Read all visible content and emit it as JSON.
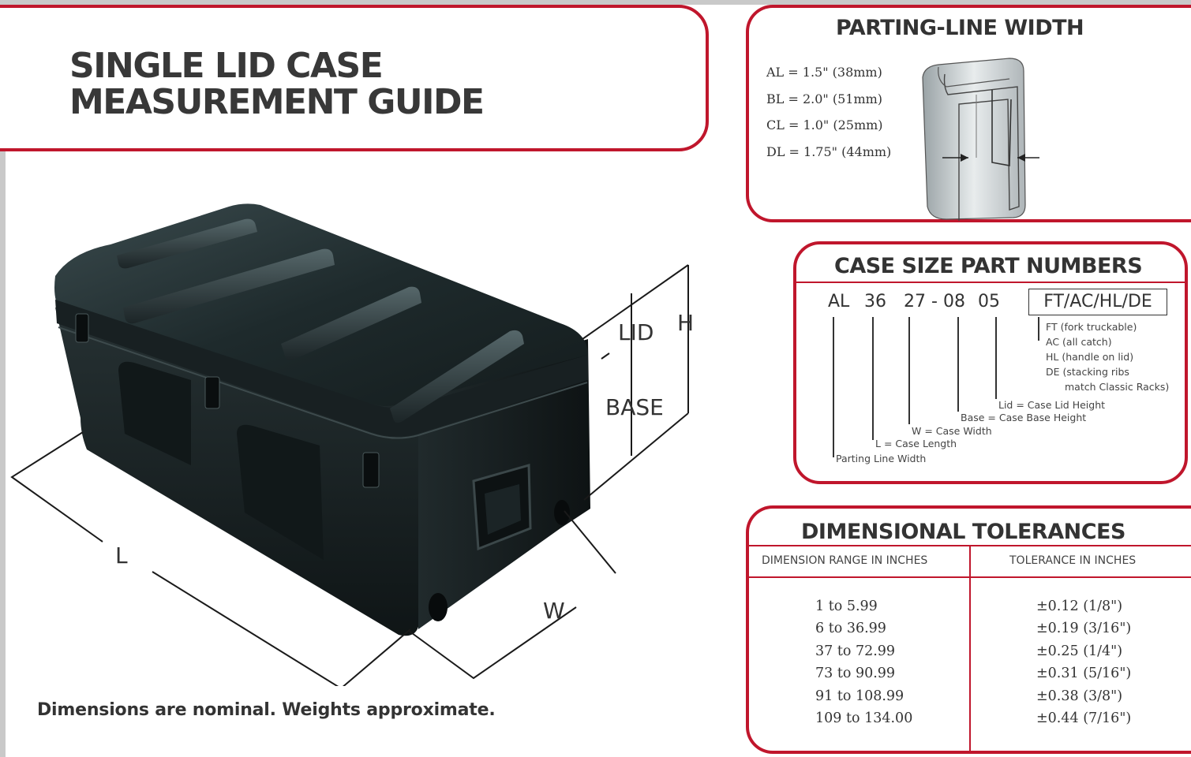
{
  "title": {
    "line1": "SINGLE  LID CASE",
    "line2": "MEASUREMENT GUIDE"
  },
  "parting_line": {
    "heading": "PARTING-LINE WIDTH",
    "rows": [
      "AL =  1.5\" (38mm)",
      "BL =  2.0\" (51mm)",
      "CL =  1.0\" (25mm)",
      "DL =  1.75\" (44mm)"
    ]
  },
  "part_numbers": {
    "heading": "CASE SIZE PART NUMBERS",
    "codes": [
      "AL",
      "36",
      "27 -",
      "08",
      "05"
    ],
    "options_code": "FT/AC/HL/DE",
    "options": [
      "FT (fork truckable)",
      "AC (all catch)",
      "HL (handle on lid)",
      "DE (stacking ribs",
      "match Classic Racks)"
    ],
    "legend": [
      "Lid = Case Lid Height",
      "Base = Case Base Height",
      "W = Case Width",
      "L = Case Length",
      "Parting Line Width"
    ]
  },
  "tolerances": {
    "heading": "DIMENSIONAL TOLERANCES",
    "columns": [
      "DIMENSION RANGE IN INCHES",
      "TOLERANCE IN INCHES"
    ],
    "rows": [
      [
        "1 to 5.99",
        "±0.12 (1/8\")"
      ],
      [
        "6 to 36.99",
        "±0.19 (3/16\")"
      ],
      [
        "37 to 72.99",
        "±0.25 (1/4\")"
      ],
      [
        "73 to 90.99",
        "±0.31 (5/16\")"
      ],
      [
        "91 to 108.99",
        "±0.38 (3/8\")"
      ],
      [
        "109 to 134.00",
        "±0.44 (7/16\")"
      ]
    ]
  },
  "dimension_labels": {
    "lid": "LID",
    "h": "H",
    "base": "BASE",
    "l": "L",
    "w": "W"
  },
  "footer": "Dimensions are nominal. Weights approximate.",
  "colors": {
    "accent": "#c0162c",
    "case": "#1f2a2c",
    "text": "#333333"
  }
}
